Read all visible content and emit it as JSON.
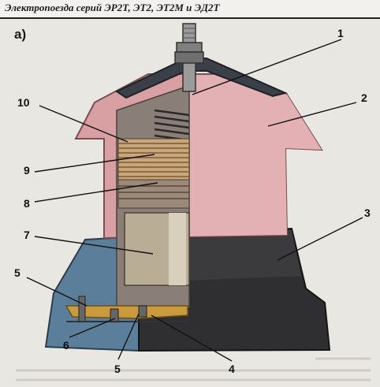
{
  "header": {
    "title": "Электропоезда серий ЭР2Т, ЭТ2, ЭТ2М и ЭД2Т"
  },
  "figure": {
    "label": "а)",
    "callouts": [
      "1",
      "2",
      "3",
      "4",
      "5",
      "5",
      "6",
      "7",
      "8",
      "9",
      "10"
    ]
  },
  "colors": {
    "insulator": "#d9a0a4",
    "base": "#2f2f31",
    "cover": "#3f5f7e",
    "flange": "#5c7f9c",
    "plate": "#c99a3e",
    "leader": "#111111"
  }
}
